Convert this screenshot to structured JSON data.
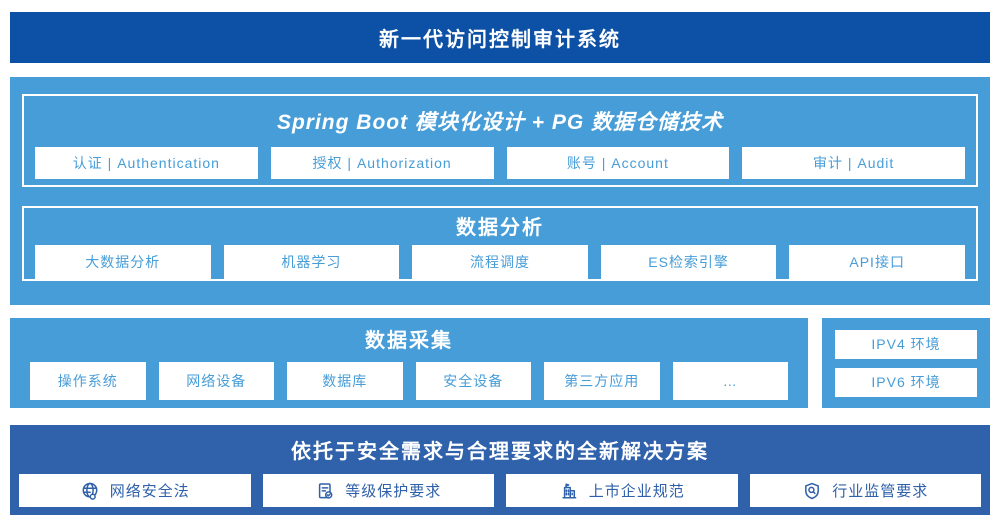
{
  "colors": {
    "dark_blue": "#0d51a6",
    "light_blue": "#469dd8",
    "mid_blue": "#3062ab",
    "cell_text_light": "#469dd8",
    "cell_text_dark": "#2f60a9"
  },
  "header": {
    "title": "新一代访问控制审计系统"
  },
  "platform": {
    "modules_group": {
      "title": "Spring Boot 模块化设计 + PG 数据仓储技术",
      "items": [
        {
          "label": "认证 | Authentication"
        },
        {
          "label": "授权 | Authorization"
        },
        {
          "label": "账号 | Account"
        },
        {
          "label": "审计 | Audit"
        }
      ]
    },
    "analysis_group": {
      "title": "数据分析",
      "items": [
        {
          "label": "大数据分析"
        },
        {
          "label": "机器学习"
        },
        {
          "label": "流程调度"
        },
        {
          "label": "ES检索引擎"
        },
        {
          "label": "API接口"
        }
      ]
    }
  },
  "collection": {
    "title": "数据采集",
    "items": [
      {
        "label": "操作系统"
      },
      {
        "label": "网络设备"
      },
      {
        "label": "数据库"
      },
      {
        "label": "安全设备"
      },
      {
        "label": "第三方应用"
      },
      {
        "label": "…"
      }
    ],
    "env_panel": {
      "items": [
        {
          "label": "IPV4 环境"
        },
        {
          "label": "IPV6 环境"
        }
      ]
    }
  },
  "solution": {
    "title": "依托于安全需求与合理要求的全新解决方案",
    "items": [
      {
        "label": "网络安全法",
        "icon": "globe-law-icon"
      },
      {
        "label": "等级保护要求",
        "icon": "document-check-icon"
      },
      {
        "label": "上市企业规范",
        "icon": "listed-company-icon"
      },
      {
        "label": "行业监管要求",
        "icon": "shield-search-icon"
      }
    ]
  }
}
